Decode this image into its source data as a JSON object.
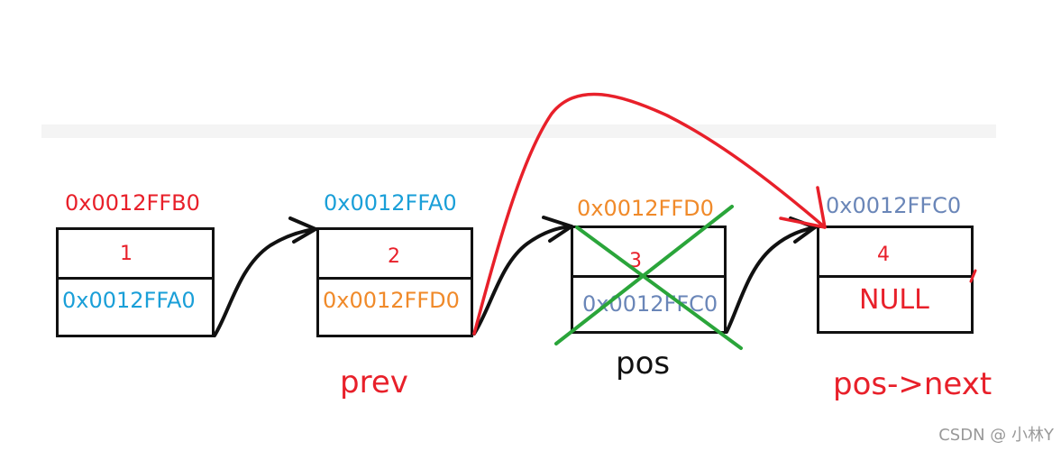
{
  "nodes": [
    {
      "header_addr": "0x0012FFB0",
      "value": "1",
      "next_field": "0x0012FFA0"
    },
    {
      "header_addr": "0x0012FFA0",
      "value": "2",
      "next_field": "0x0012FFD0"
    },
    {
      "header_addr": "0x0012FFD0",
      "value": "3",
      "next_field": "0x0012FFC0"
    },
    {
      "header_addr": "0x0012FFC0",
      "value": "4",
      "next_field": "NULL"
    }
  ],
  "labels": {
    "prev": "prev",
    "pos": "pos",
    "pos_next": "pos->next"
  },
  "watermark": "CSDN @ 小林Y",
  "colors": {
    "red": "#e8202a",
    "blue": "#1a9fd8",
    "orange": "#f08a2a",
    "slate": "#6a86b8",
    "green": "#2aa53a",
    "black": "#111111"
  }
}
